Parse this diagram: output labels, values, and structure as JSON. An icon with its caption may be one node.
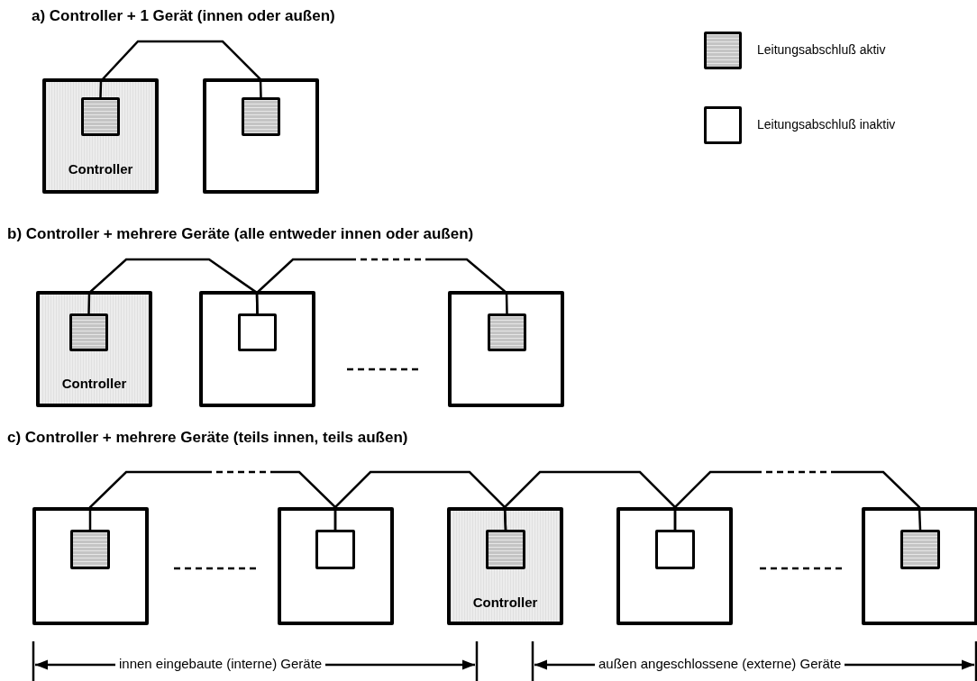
{
  "diagram": {
    "nodes": [
      {
        "text": [
          "Controller"
        ]
      },
      {
        "text": [],
        "shape": "box",
        "in": 0
      },
      {
        "text": [],
        "shape": "box"
      },
      {
        "text": [],
        "shape": "box",
        "in": 2
      },
      {
        "text": [
          "Controller"
        ]
      },
      {
        "text": [],
        "shape": "box",
        "in": 4
      },
      {
        "text": [],
        "shape": "box"
      },
      {
        "text": [],
        "shape": "box",
        "in": 6
      },
      {
        "text": [],
        "shape": "box"
      },
      {
        "text": [],
        "shape": "box",
        "in": 8
      },
      {
        "text": [],
        "shape": "box"
      },
      {
        "text": [],
        "shape": "box",
        "in": 10
      },
      {
        "text": [],
        "shape": "box"
      },
      {
        "text": [],
        "shape": "box",
        "in": 12
      },
      {
        "text": [
          "Controller"
        ]
      },
      {
        "text": [],
        "shape": "box",
        "in": 14
      },
      {
        "text": [],
        "shape": "box"
      },
      {
        "text": [],
        "shape": "box",
        "in": 16
      },
      {
        "text": [],
        "shape": "box"
      },
      {
        "text": [],
        "shape": "box",
        "in": 18
      }
    ],
    "edges": [
      {
        "from": 1,
        "to": 3,
        "arrow": "none"
      },
      {
        "from": 5,
        "to": 7,
        "arrow": "none"
      },
      {
        "from": 7,
        "to": 9,
        "arrow": "none",
        "style": "dashed"
      },
      {
        "from": 11,
        "to": 13,
        "arrow": "none",
        "style": "dashed"
      },
      {
        "from": 13,
        "to": 15,
        "arrow": "none"
      },
      {
        "from": 15,
        "to": 17,
        "arrow": "none"
      },
      {
        "from": 17,
        "to": 19,
        "arrow": "none",
        "style": "dashed"
      }
    ],
    "labels": [
      "a) Controller + 1 Gerät (innen oder außen)",
      "b) Controller + mehrere Geräte (alle entweder innen oder außen)",
      "c) Controller + mehrere Geräte (teils innen, teils außen)",
      "innen eingebaute (interne) Geräte",
      "außen angeschlossene (externe) Geräte"
    ],
    "legend": [
      {
        "text": "Leitungsabschluß aktiv",
        "color": "#c4c4c4"
      },
      {
        "text": "Leitungsabschluß inaktiv",
        "color": "#ffffff"
      }
    ]
  }
}
